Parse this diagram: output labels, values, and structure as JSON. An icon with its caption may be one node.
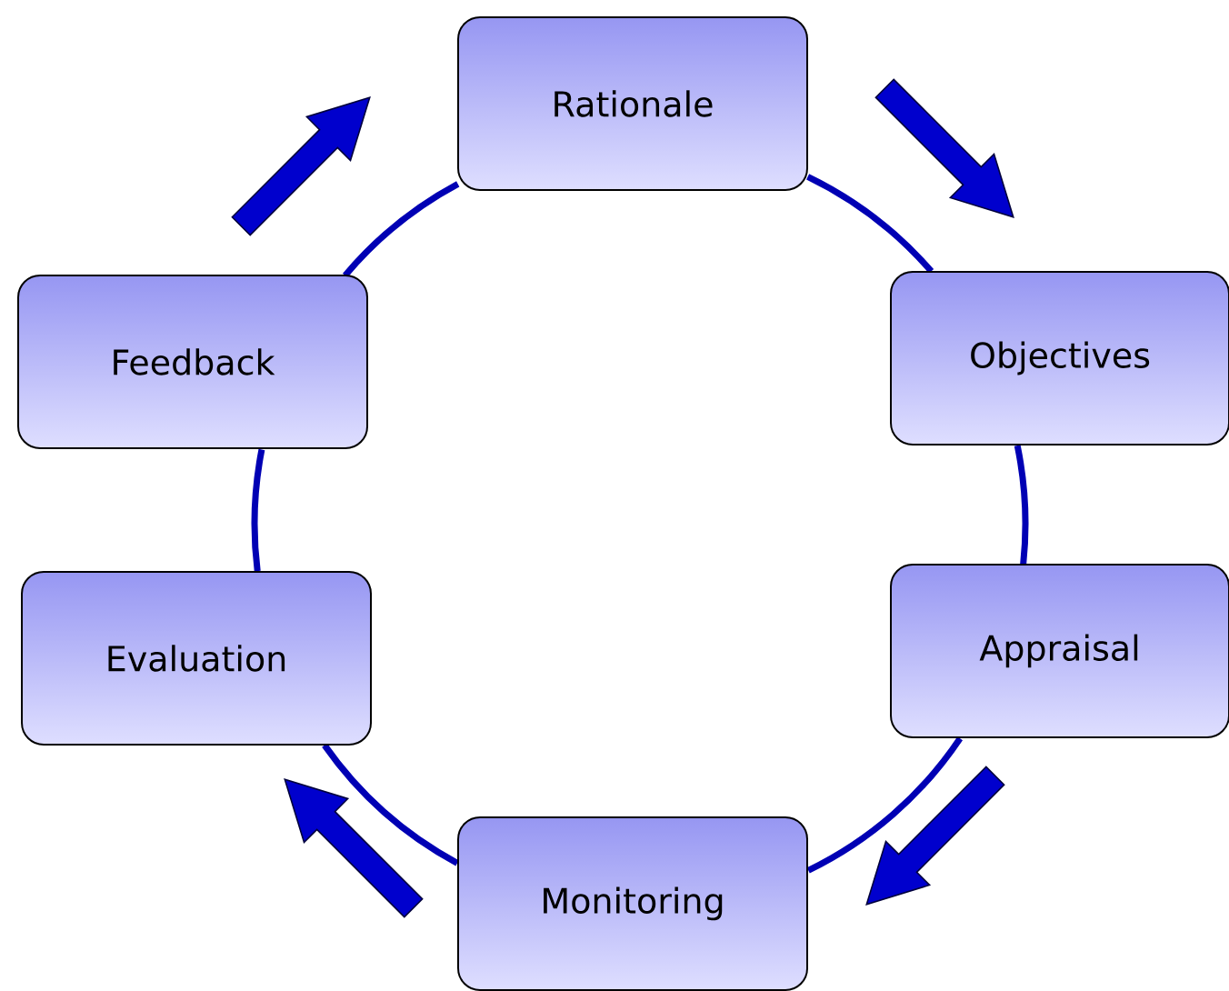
{
  "diagram": {
    "nodes": [
      {
        "text": [
          "Rationale"
        ]
      },
      {
        "text": [
          "Objectives"
        ]
      },
      {
        "text": [
          "Appraisal"
        ]
      },
      {
        "text": [
          "Monitoring"
        ]
      },
      {
        "text": [
          "Evaluation"
        ]
      },
      {
        "text": [
          "Feedback"
        ]
      }
    ],
    "edges": [
      {
        "from": 0,
        "to": 1,
        "arrow": "none"
      },
      {
        "from": 1,
        "to": 2,
        "arrow": "none"
      },
      {
        "from": 2,
        "to": 3,
        "arrow": "none"
      },
      {
        "from": 3,
        "to": 4,
        "arrow": "none"
      },
      {
        "from": 4,
        "to": 5,
        "arrow": "none"
      },
      {
        "from": 5,
        "to": 0,
        "arrow": "none"
      }
    ]
  }
}
